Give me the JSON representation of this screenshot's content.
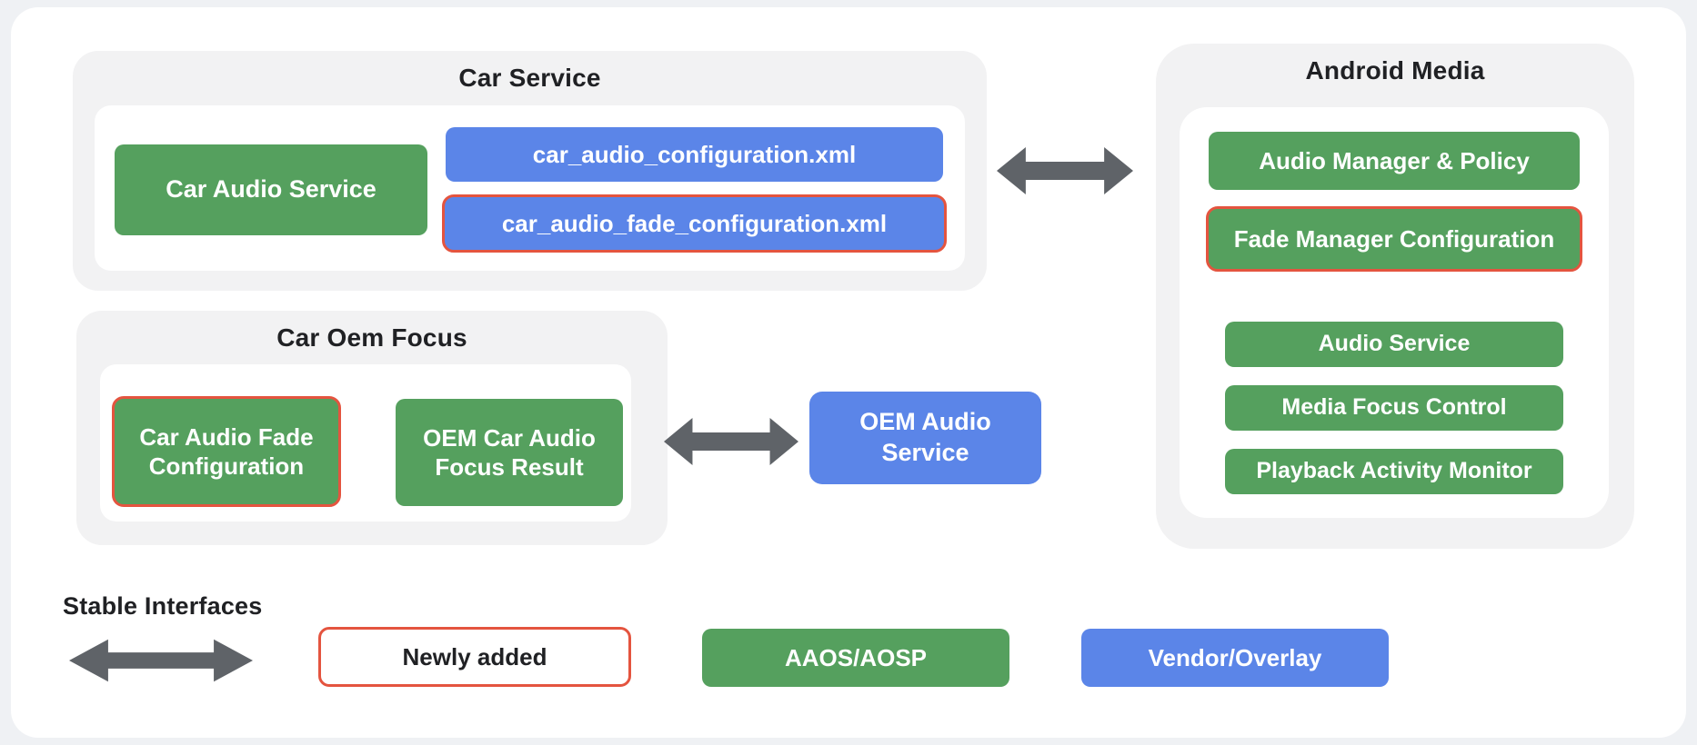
{
  "colors": {
    "page_bg": "#eff1f4",
    "card_white": "#ffffff",
    "panel_gray": "#f2f2f3",
    "green": "#55a05e",
    "blue": "#5b85e8",
    "red": "#e4543f",
    "arrow_gray": "#5f6368",
    "text_dark": "#202124",
    "text_light": "#ffffff"
  },
  "groups": {
    "car_service": {
      "title": "Car Service",
      "car_audio_service": "Car Audio Service",
      "car_audio_configuration_xml": "car_audio_configuration.xml",
      "car_audio_fade_configuration_xml": "car_audio_fade_configuration.xml"
    },
    "car_oem_focus": {
      "title": "Car Oem Focus",
      "car_audio_fade_configuration": "Car Audio Fade Configuration",
      "oem_car_audio_focus_result": "OEM Car Audio Focus Result"
    },
    "android_media": {
      "title": "Android Media",
      "audio_manager_policy": "Audio Manager & Policy",
      "fade_manager_configuration": "Fade Manager Configuration",
      "audio_service": "Audio Service",
      "media_focus_control": "Media Focus Control",
      "playback_activity_monitor": "Playback Activity Monitor"
    },
    "oem_audio_service": "OEM Audio Service"
  },
  "legend": {
    "stable_interfaces_label": "Stable Interfaces",
    "newly_added": "Newly added",
    "aaos_aosp": "AAOS/AOSP",
    "vendor_overlay": "Vendor/Overlay"
  }
}
